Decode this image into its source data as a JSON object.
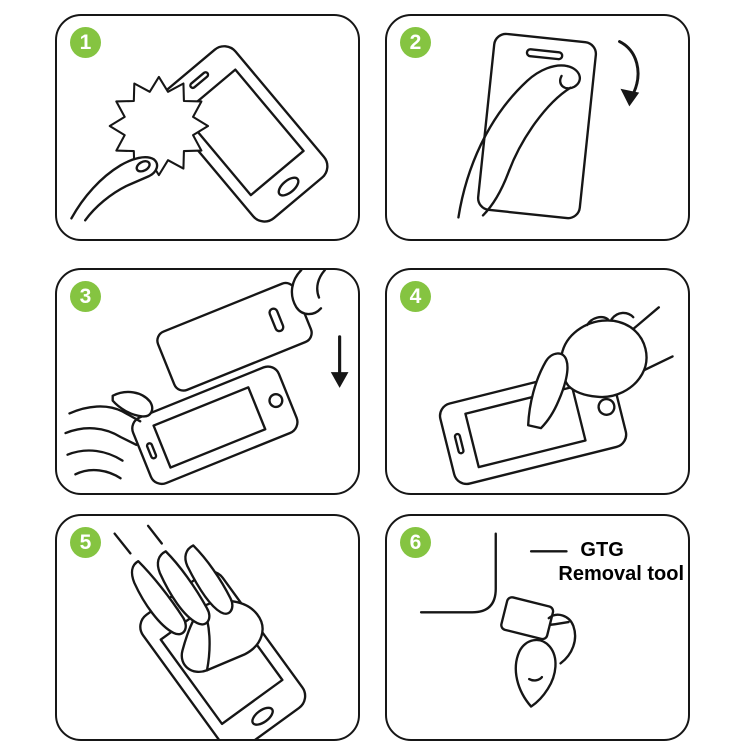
{
  "colors": {
    "badge_green": "#85c441",
    "line_black": "#161616",
    "background": "#ffffff"
  },
  "steps": [
    {
      "number": "1",
      "illustration": "hand-wiping-phone-screen-with-cloth"
    },
    {
      "number": "2",
      "illustration": "peeling-backing-film-off-screen-protector"
    },
    {
      "number": "3",
      "illustration": "lowering-protector-onto-phone"
    },
    {
      "number": "4",
      "illustration": "finger-pressing-screen-center"
    },
    {
      "number": "5",
      "illustration": "hand-smoothing-protector-with-cloth"
    },
    {
      "number": "6",
      "illustration": "prying-corner-with-removal-tool",
      "label_line1": "GTG",
      "label_line2": "Removal tool"
    }
  ]
}
